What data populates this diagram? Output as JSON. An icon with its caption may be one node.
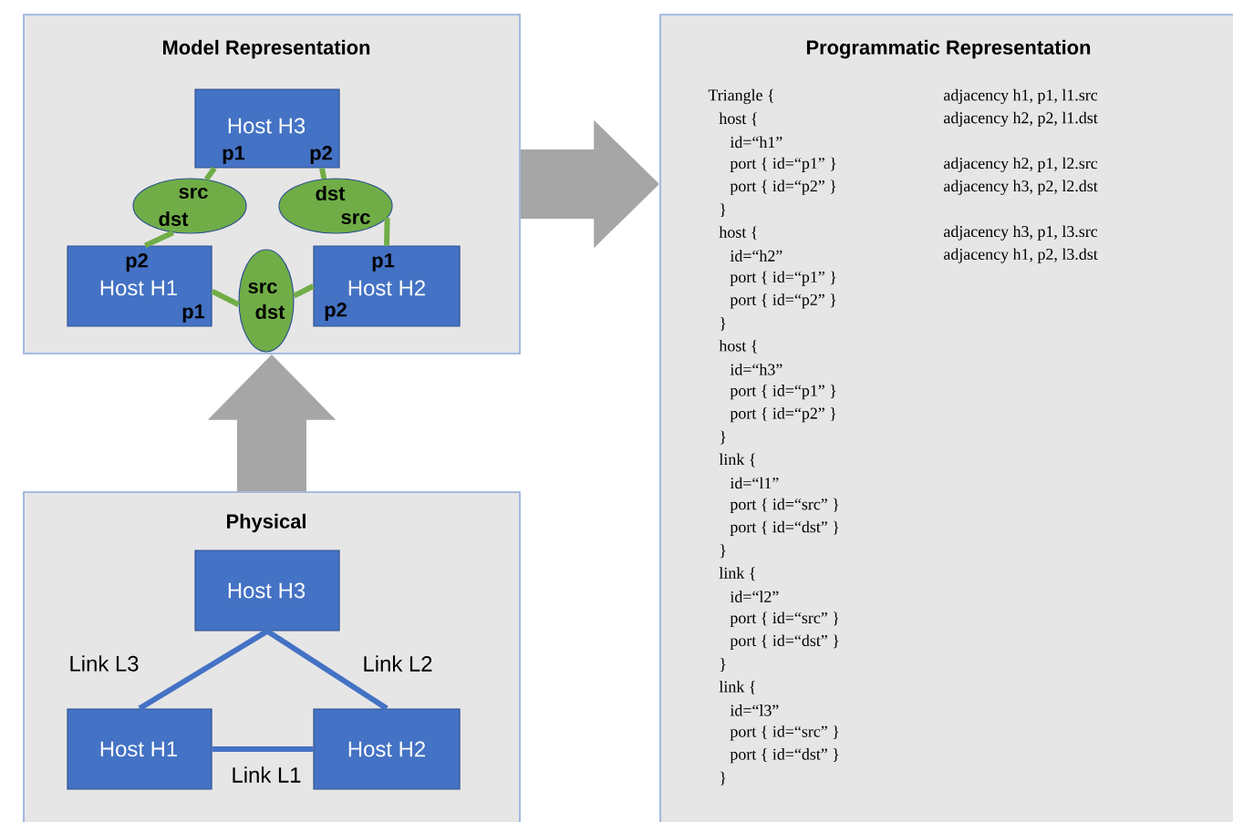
{
  "diagram": {
    "nodes": [
      {
        "text": [
          "Model Representation"
        ]
      },
      {
        "text": [
          "Host H3",
          "p1",
          "p2"
        ],
        "in": 0
      },
      {
        "text": [
          "src",
          "dst"
        ],
        "in": 0
      },
      {
        "text": [
          "dst",
          "src"
        ],
        "in": 0
      },
      {
        "text": [
          "p2",
          "Host H1",
          "p1"
        ],
        "in": 0
      },
      {
        "text": [
          "src",
          "dst"
        ],
        "in": 0
      },
      {
        "text": [
          "p1",
          "Host H2",
          "p2"
        ],
        "in": 0
      },
      {
        "text": [
          "Physical"
        ]
      },
      {
        "text": [
          "Host H3"
        ],
        "in": 7
      },
      {
        "text": [
          "Host H1"
        ],
        "in": 7
      },
      {
        "text": [
          "Host H2"
        ],
        "in": 7
      },
      {
        "text": [
          "Programmatic Representation"
        ]
      }
    ],
    "edges": [
      {
        "from": 1,
        "to": 2,
        "arrow": "none"
      },
      {
        "from": 2,
        "to": 4,
        "arrow": "none"
      },
      {
        "from": 1,
        "to": 3,
        "arrow": "none"
      },
      {
        "from": 3,
        "to": 6,
        "arrow": "none"
      },
      {
        "from": 4,
        "to": 5,
        "arrow": "none"
      },
      {
        "from": 5,
        "to": 6,
        "arrow": "none"
      },
      {
        "from": 8,
        "to": 9,
        "arrow": "none",
        "label": "Link L3",
        "color": "#4472c4"
      },
      {
        "from": 8,
        "to": 10,
        "arrow": "none",
        "label": "Link L2",
        "color": "#4472c4"
      },
      {
        "from": 9,
        "to": 10,
        "arrow": "none",
        "label": "Link L1",
        "color": "#4472c4"
      },
      {
        "from": 7,
        "to": 0,
        "arrow": "to",
        "style": "thick",
        "color": "#a6a6a6"
      },
      {
        "from": 0,
        "to": 11,
        "arrow": "to",
        "style": "thick",
        "color": "#a6a6a6"
      }
    ],
    "labels": [
      "Triangle {",
      "host {",
      "id=“h1”",
      "port { id=“p1” }",
      "port { id=“p2” }",
      "}",
      "host {",
      "id=“h2”",
      "port { id=“p1” }",
      "port { id=“p2” }",
      "}",
      "host {",
      "id=“h3”",
      "port { id=“p1” }",
      "port { id=“p2” }",
      "}",
      "link {",
      "id=“l1”",
      "port { id=“src” }",
      "port { id=“dst” }",
      "}",
      "link {",
      "id=“l2”",
      "port { id=“src” }",
      "port { id=“dst” }",
      "}",
      "link {",
      "id=“l3”",
      "port { id=“src” }",
      "port { id=“dst” }",
      "}",
      "adjacency h1, p1, l1.src",
      "adjacency h2, p2, l1.dst",
      "adjacency h2, p1, l2.src",
      "adjacency h3, p2, l2.dst",
      "adjacency h3, p1, l3.src",
      "adjacency h1, p2, l3.dst"
    ]
  }
}
